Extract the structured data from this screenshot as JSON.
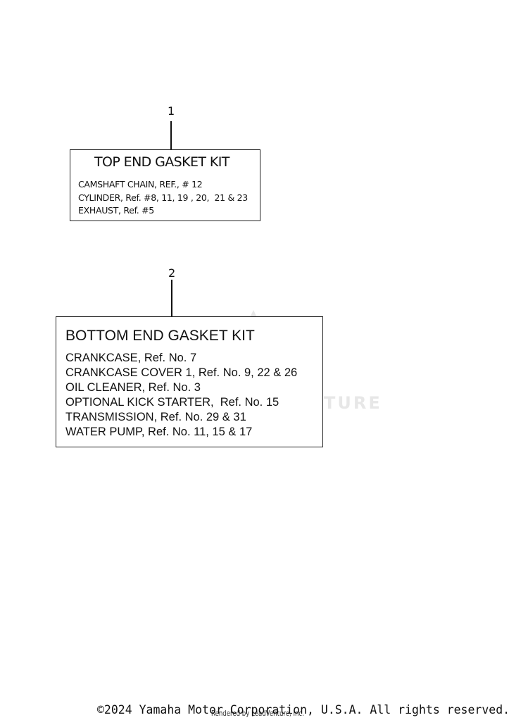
{
  "callouts": [
    {
      "number": "1",
      "title": "TOP END GASKET KIT",
      "lines": [
        "CAMSHAFT CHAIN, REF., # 12",
        "CYLINDER, Ref. #8, 11, 19 , 20,  21 & 23",
        "EXHAUST, Ref. #5"
      ]
    },
    {
      "number": "2",
      "title": "BOTTOM END GASKET KIT",
      "lines": [
        "CRANKCASE, Ref. No. 7",
        "CRANKCASE COVER 1, Ref. No. 9, 22 & 26",
        "OIL CLEANER, Ref. No. 3",
        "OPTIONAL KICK STARTER,  Ref. No. 15",
        "TRANSMISSION, Ref. No. 29 & 31",
        "WATER PUMP, Ref. No. 11, 15 & 17"
      ]
    }
  ],
  "watermark": {
    "text": "VENTURE",
    "icon": "leadventure-logo-icon"
  },
  "footer": {
    "copyright": "©2024 Yamaha Motor Corporation, U.S.A. All rights reserved.",
    "rendered_by": "Rendered by LeadVenture, Inc."
  }
}
